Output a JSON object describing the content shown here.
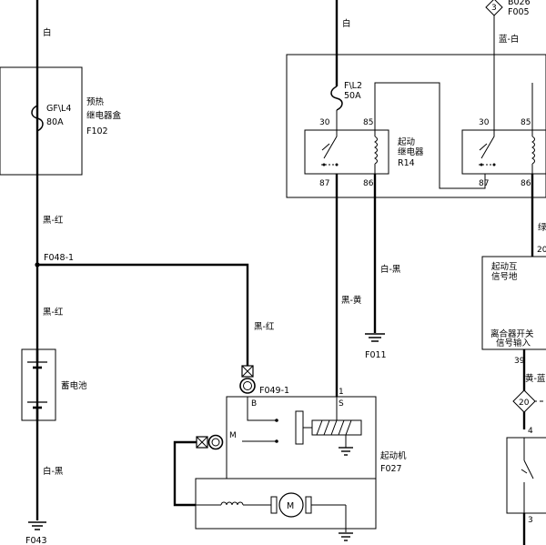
{
  "wires": {
    "left_top_color": "白",
    "left_mid_color": "黑-红",
    "left_mid2_color": "黑-红",
    "left_bottom_color": "白-黑",
    "center_top_color": "白",
    "to_f049_color": "黑-红",
    "relay87_color": "黑-黄",
    "relay86_color": "白-黑",
    "right_top_color": "蓝-白",
    "right_side_color": "绿",
    "right_lower_color": "黄-蓝"
  },
  "fuses": {
    "gf_l4": {
      "name": "GF\\L4",
      "rating": "80A"
    },
    "f_l2": {
      "name": "F\\L2",
      "rating": "50A"
    }
  },
  "preheat_box": {
    "line1": "预热",
    "line2": "继电器盒",
    "code": "F102"
  },
  "start_relay": {
    "line1": "起动",
    "line2": "继电器",
    "code": "R14",
    "pins": {
      "p30": "30",
      "p85": "85",
      "p87": "87",
      "p86": "86"
    }
  },
  "right_relay": {
    "pins": {
      "p30": "30",
      "p85": "85",
      "p87": "87",
      "p86": "86"
    }
  },
  "connectors": {
    "f048": "F048-1",
    "f049": "F049-1",
    "top_right_code": "B026",
    "top_right_num": "3",
    "top_right_conn": "F005",
    "diamond_lower": "20"
  },
  "grounds": {
    "f011": "F011",
    "f043": "F043"
  },
  "battery": {
    "label": "蓄电池"
  },
  "starter": {
    "label": "起动机",
    "code": "F027",
    "pin1": "1",
    "pin_b": "B",
    "pin_s": "S",
    "pin_m": "M"
  },
  "right_module": {
    "pin_top": "20",
    "line1": "起动互",
    "line2": "信号地",
    "line3": "离合器开关",
    "line4": "信号输入",
    "pin_bottom": "39"
  },
  "right_switch": {
    "pin_top": "4",
    "pin_bottom": "3"
  }
}
